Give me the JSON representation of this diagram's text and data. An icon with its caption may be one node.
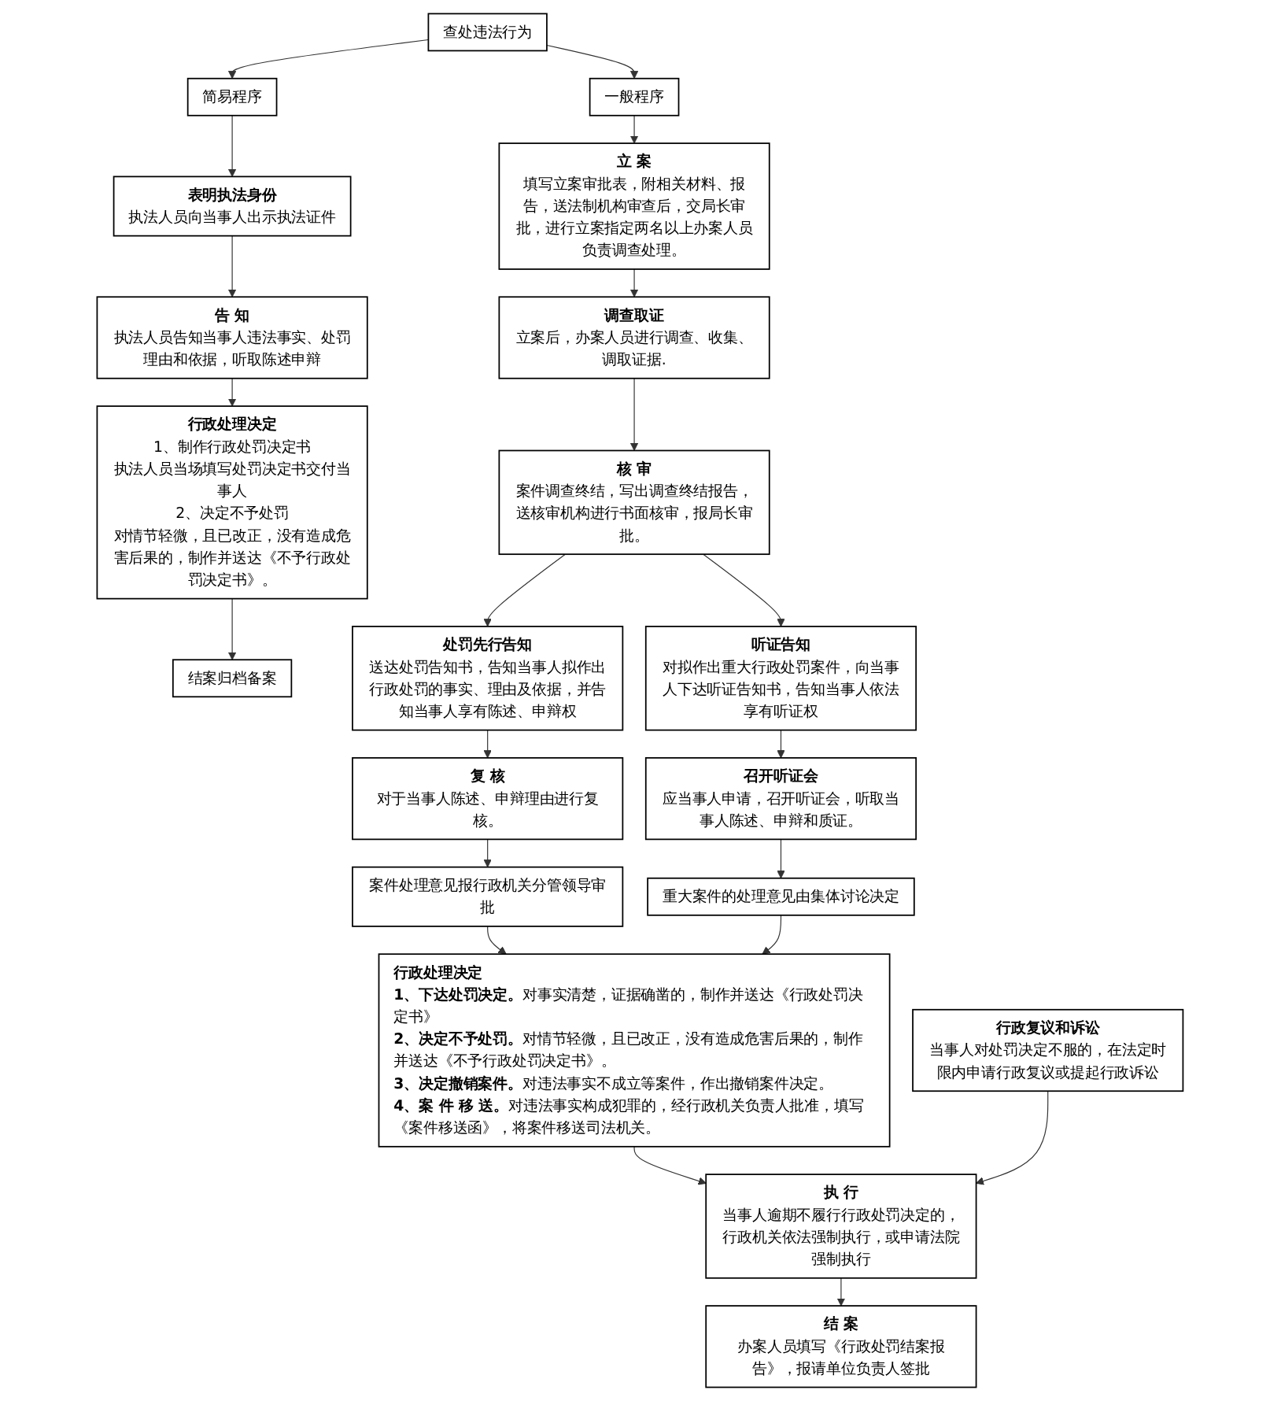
{
  "diagram": {
    "nodes": [
      {
        "text": [
          "查处违法行为"
        ]
      },
      {
        "text": [
          "简易程序"
        ]
      },
      {
        "text": [
          "一般程序"
        ]
      },
      {
        "text": [
          "表明执法身份",
          "执法人员向当事人出示执法证件"
        ]
      },
      {
        "text": [
          "告 知",
          "执法人员告知当事人违法事实、处罚理由和依据，听取陈述申辩"
        ]
      },
      {
        "text": [
          "行政处理决定",
          "1、制作行政处罚决定书",
          "执法人员当场填写处罚决定书交付当事人",
          "2、决定不予处罚",
          "对情节轻微，且已改正，没有造成危害后果的，制作并送达《不予行政处罚决定书》。"
        ]
      },
      {
        "text": [
          "结案归档备案"
        ]
      },
      {
        "text": [
          "立 案",
          "填写立案审批表，附相关材料、报告，送法制机构审查后，交局长审批，进行立案指定两名以上办案人员负责调查处理。"
        ]
      },
      {
        "text": [
          "调查取证",
          "立案后，办案人员进行调查、收集、调取证据."
        ]
      },
      {
        "text": [
          "核 审",
          "案件调查终结，写出调查终结报告，送核审机构进行书面核审，报局长审批。"
        ]
      },
      {
        "text": [
          "处罚先行告知",
          "送达处罚告知书，告知当事人拟作出行政处罚的事实、理由及依据，并告知当事人享有陈述、申辩权"
        ]
      },
      {
        "text": [
          "听证告知",
          "对拟作出重大行政处罚案件，向当事人下达听证告知书，告知当事人依法享有听证权"
        ]
      },
      {
        "text": [
          "复 核",
          "对于当事人陈述、申辩理由进行复核。"
        ]
      },
      {
        "text": [
          "召开听证会",
          "应当事人申请，召开听证会，听取当事人陈述、申辩和质证。"
        ]
      },
      {
        "text": [
          "案件处理意见报行政机关分管领导审批"
        ]
      },
      {
        "text": [
          "重大案件的处理意见由集体讨论决定"
        ]
      },
      {
        "text": [
          "行政处理决定",
          "**1、下达处罚决定。**对事实清楚，证据确凿的，制作并送达《行政处罚决定书》",
          "**2、决定不予处罚。**对情节轻微，且已改正，没有造成危害后果的，制作并送达《不予行政处罚决定书》。",
          "**3、决定撤销案件。**对违法事实不成立等案件，作出撤销案件决定。",
          "**4、案 件 移 送。**对违法事实构成犯罪的，经行政机关负责人批准，填写《案件移送函》，将案件移送司法机关。"
        ]
      },
      {
        "text": [
          "行政复议和诉讼",
          "当事人对处罚决定不服的，在法定时限内申请行政复议或提起行政诉讼"
        ]
      },
      {
        "text": [
          "执 行",
          "当事人逾期不履行行政处罚决定的，行政机关依法强制执行，或申请法院强制执行"
        ]
      },
      {
        "text": [
          "结 案",
          "办案人员填写《行政处罚结案报告》，报请单位负责人签批"
        ]
      }
    ],
    "edges": [
      {
        "from": 0,
        "to": 1,
        "arrow": "to"
      },
      {
        "from": 0,
        "to": 2,
        "arrow": "to"
      },
      {
        "from": 1,
        "to": 3,
        "arrow": "to"
      },
      {
        "from": 3,
        "to": 4,
        "arrow": "to"
      },
      {
        "from": 4,
        "to": 5,
        "arrow": "to"
      },
      {
        "from": 5,
        "to": 6,
        "arrow": "to"
      },
      {
        "from": 2,
        "to": 7,
        "arrow": "to"
      },
      {
        "from": 7,
        "to": 8,
        "arrow": "to"
      },
      {
        "from": 8,
        "to": 9,
        "arrow": "to"
      },
      {
        "from": 9,
        "to": 10,
        "arrow": "to"
      },
      {
        "from": 9,
        "to": 11,
        "arrow": "to"
      },
      {
        "from": 10,
        "to": 12,
        "arrow": "to"
      },
      {
        "from": 11,
        "to": 13,
        "arrow": "to"
      },
      {
        "from": 12,
        "to": 14,
        "arrow": "to"
      },
      {
        "from": 13,
        "to": 15,
        "arrow": "to"
      },
      {
        "from": 14,
        "to": 16,
        "arrow": "to"
      },
      {
        "from": 15,
        "to": 16,
        "arrow": "to"
      },
      {
        "from": 16,
        "to": 18,
        "arrow": "to"
      },
      {
        "from": 17,
        "to": 18,
        "arrow": "to"
      },
      {
        "from": 18,
        "to": 19,
        "arrow": "to"
      }
    ]
  }
}
